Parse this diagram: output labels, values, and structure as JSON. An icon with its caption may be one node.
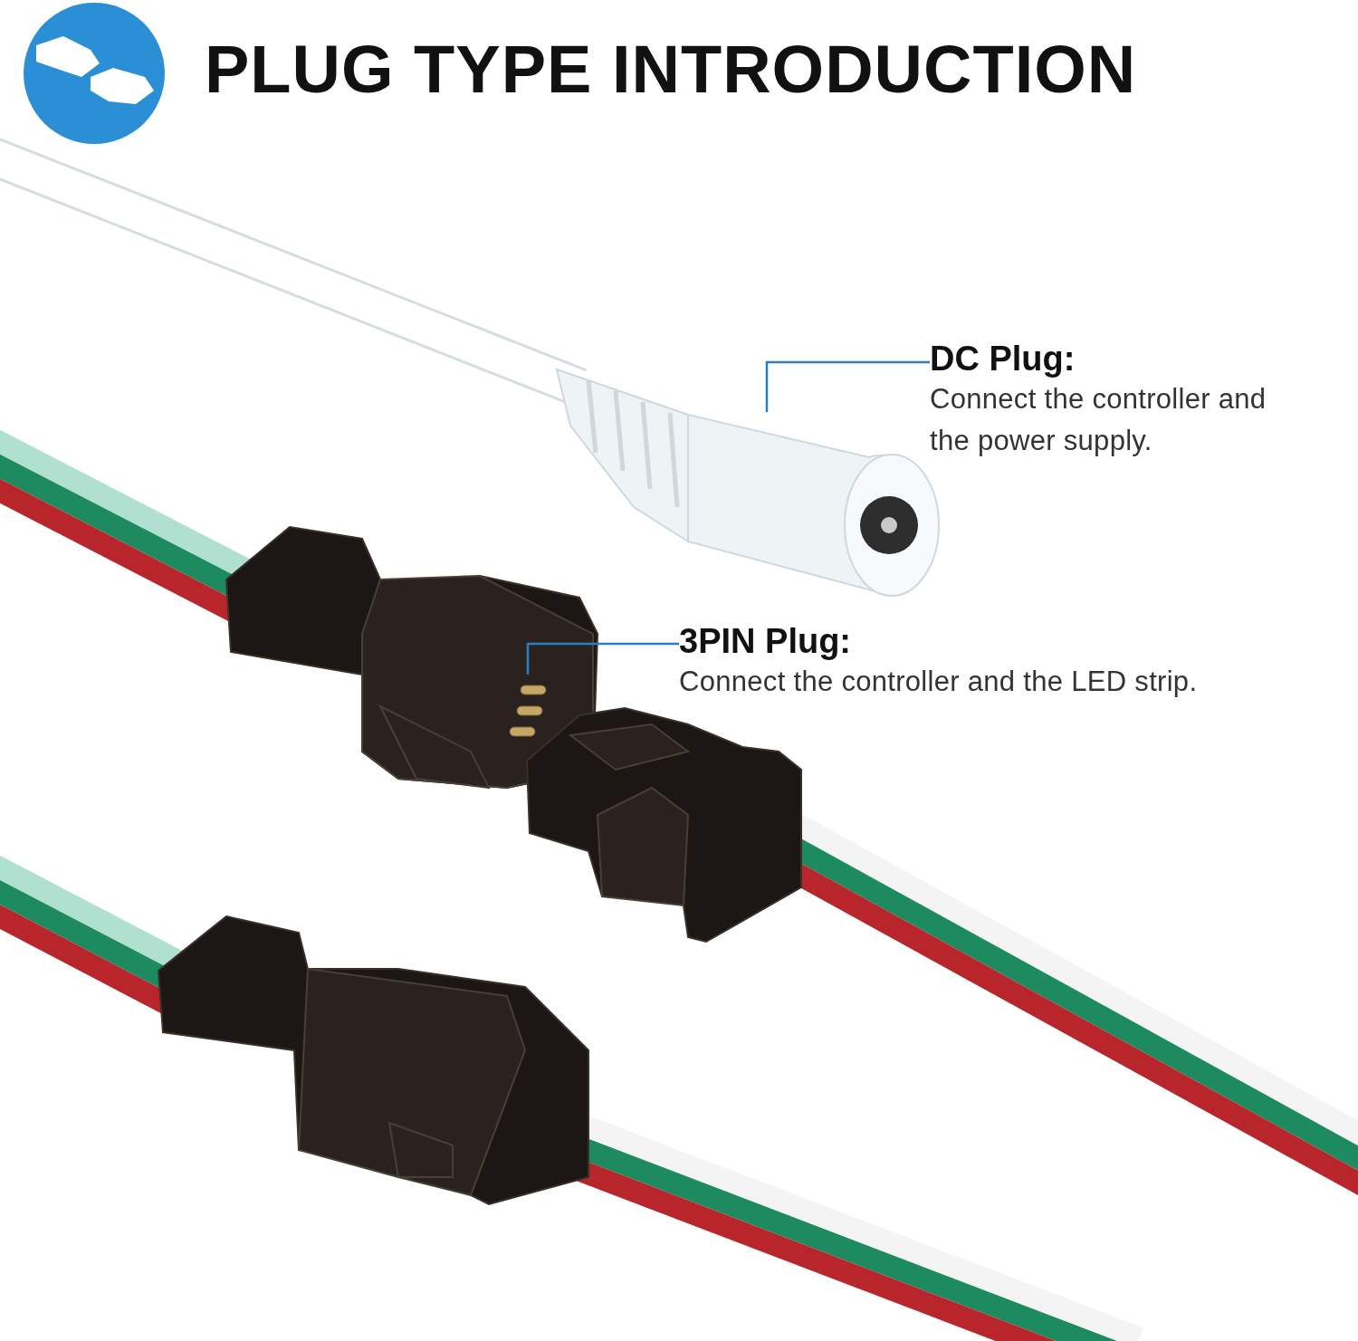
{
  "diagram": {
    "title": "PLUG TYPE INTRODUCTION",
    "nodes": [
      {
        "text": [
          "DC Plug:",
          "Connect the controller and the power supply."
        ]
      },
      {
        "text": [],
        "shape": "picture"
      },
      {
        "text": [
          "3PIN Plug:",
          "Connect the controller and the LED strip."
        ]
      },
      {
        "text": [],
        "shape": "picture"
      }
    ],
    "edges": [
      {
        "from": 0,
        "to": 1,
        "arrow": "none"
      },
      {
        "from": 2,
        "to": 3,
        "arrow": "none"
      }
    ]
  }
}
